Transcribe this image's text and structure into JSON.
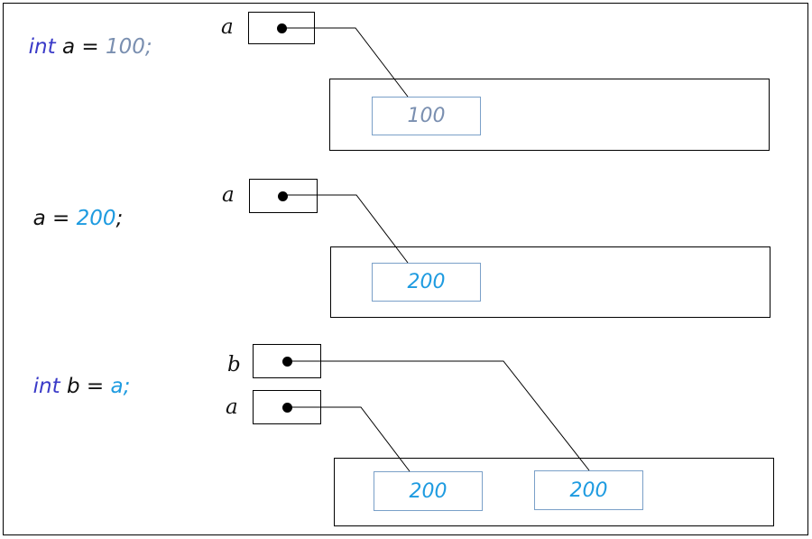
{
  "colors": {
    "keyword": "#3a3ac8",
    "literal_gray": "#7a8fb0",
    "literal_blue": "#1e9be0",
    "text": "#111111",
    "value_border": "#7aa0c8"
  },
  "panels": [
    {
      "code": {
        "keyword": "int",
        "name": "a",
        "op": " = ",
        "value": "100",
        "end": ";"
      },
      "refs": [
        {
          "label": "a"
        }
      ],
      "values": [
        "100"
      ]
    },
    {
      "code": {
        "keyword": "",
        "name": "a",
        "op": " = ",
        "value": "200",
        "end": ";"
      },
      "refs": [
        {
          "label": "a"
        }
      ],
      "values": [
        "200"
      ]
    },
    {
      "code": {
        "keyword": "int",
        "name": "b",
        "op": " = ",
        "value": "a",
        "end": ";"
      },
      "refs": [
        {
          "label": "b"
        },
        {
          "label": "a"
        }
      ],
      "values": [
        "200",
        "200"
      ]
    }
  ]
}
